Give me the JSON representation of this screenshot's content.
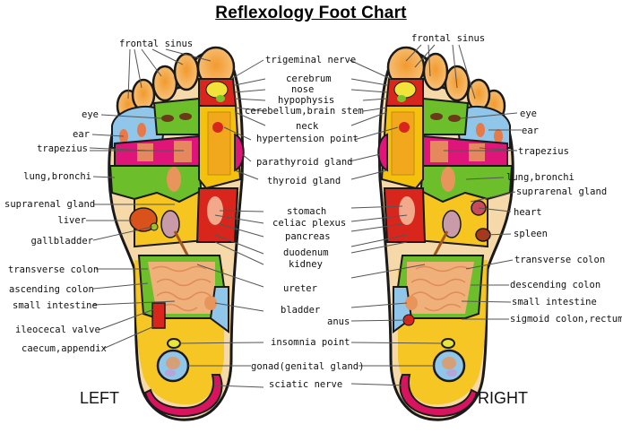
{
  "title": "Reflexology Foot Chart",
  "feet": {
    "left_label": "LEFT",
    "right_label": "RIGHT"
  },
  "labels": {
    "left": {
      "frontal_sinus": "frontal sinus",
      "eye": "eye",
      "ear": "ear",
      "trapezius": "trapezius",
      "lung_bronchi": "lung,bronchi",
      "suprarenal_gland": "suprarenal gland",
      "liver": "liver",
      "gallbladder": "gallbladder",
      "transverse_colon": "transverse colon",
      "ascending_colon": "ascending colon",
      "small_intestine": "small intestine",
      "ileocecal_valve": "ileocecal valve",
      "caecum_appendix": "caecum,appendix"
    },
    "center": {
      "trigeminal_nerve": "trigeminal nerve",
      "cerebrum": "cerebrum",
      "nose": "nose",
      "hypophysis": "hypophysis",
      "cerebellum_brain_stem": "cerebellum,brain stem",
      "neck": "neck",
      "hypertension_point": "hypertension point",
      "parathyroid_gland": "parathyroid gland",
      "thyroid_gland": "thyroid gland",
      "stomach": "stomach",
      "celiac_plexus": "celiac plexus",
      "pancreas": "pancreas",
      "duodenum": "duodenum",
      "kidney": "kidney",
      "ureter": "ureter",
      "bladder": "bladder",
      "anus": "anus",
      "insomnia_point": "insomnia point",
      "gonad": "gonad(genital gland)",
      "sciatic_nerve": "sciatic nerve"
    },
    "right": {
      "frontal_sinus": "frontal sinus",
      "eye": "eye",
      "ear": "ear",
      "trapezius": "trapezius",
      "lung_bronchi": "lung,bronchi",
      "suprarenal_gland": "suprarenal gland",
      "heart": "heart",
      "spleen": "spleen",
      "transverse_colon": "transverse colon",
      "descending_colon": "descending colon",
      "small_intestine": "small intestine",
      "sigmoid_colon_rectum": "sigmoid colon,rectum"
    }
  },
  "colors": {
    "outline": "#1a1a1a",
    "skin": "#f5d9a8",
    "yellow": "#f4c20d",
    "green": "#6cbf2a",
    "magenta": "#e0157a",
    "light_blue": "#8fc6ea",
    "red": "#d9261c",
    "orange": "#f2a23a",
    "intestine": "#f0b07a",
    "heel_arc": "#d8145f"
  }
}
